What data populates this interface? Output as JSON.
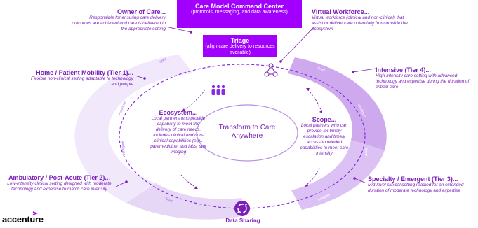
{
  "owner": {
    "title": "Owner of Care...",
    "desc": "Responsible for ensuring care delivery outcomes are achieved and care is delivered in the appropriate setting"
  },
  "command_center": {
    "title": "Care Model Command Center",
    "sub": "(protocols, messaging, and data awareness)"
  },
  "triage": {
    "title": "Triage",
    "sub": "(align care delivery to resources available)"
  },
  "virtual": {
    "title": "Virtual Workforce...",
    "desc": "Virtual workforce (clinical and non-clinical) that assist or deliver care potentially from outside the ecosystem"
  },
  "home": {
    "title": "Home / Patient Mobility (Tier 1)...",
    "desc": "Flexible non-clinical setting adaptable to technology and people"
  },
  "intensive": {
    "title": "Intensive (Tier 4)...",
    "desc": "High-intensity care setting with advanced technology and expertise during the duration of critical care"
  },
  "ecosystem": {
    "title": "Ecosystem...",
    "desc": "Local partners who provide capability to meet the delivery of care needs. Includes clinical and non-clinical capabilities (e.g., paramedicine, stat labs, stat imaging"
  },
  "scope": {
    "title": "Scope...",
    "desc": "Local partners who can provide for timely escalation and timely access to needed capabilities to meet care intensity"
  },
  "center_text": "Transform to Care Anywhere",
  "ambulatory": {
    "title": "Ambulatory / Post-Acute (Tier 2)...",
    "desc": "Low-intensity clinical setting designed with moderate technology and expertise to match care intensity"
  },
  "specialty": {
    "title": "Specialty / Emergent (Tier 3)...",
    "desc": "Mid-level clinical setting readied for an extended duration of moderate technology and expertise"
  },
  "data_sharing": "Data Sharing",
  "logo": "accenture",
  "ring_labels": {
    "open": "open",
    "configure_left": "configure",
    "configure_left2": "configure",
    "fixed_bl": "fixed",
    "fixed_tr": "fixed",
    "configure_right": "configure",
    "fixed_r": "fixed",
    "configure_br": "configure"
  },
  "colors": {
    "primary_purple": "#a100ff",
    "text_purple": "#7a1fb8",
    "ring_light": "#f0e6fb",
    "ring_mid": "#dcc4f5",
    "ring_dark": "#c39ae8"
  },
  "icons": {
    "people": "people-group-icon",
    "network": "network-people-icon",
    "data_sharing": "data-sharing-icon",
    "logo": "accenture-logo"
  }
}
